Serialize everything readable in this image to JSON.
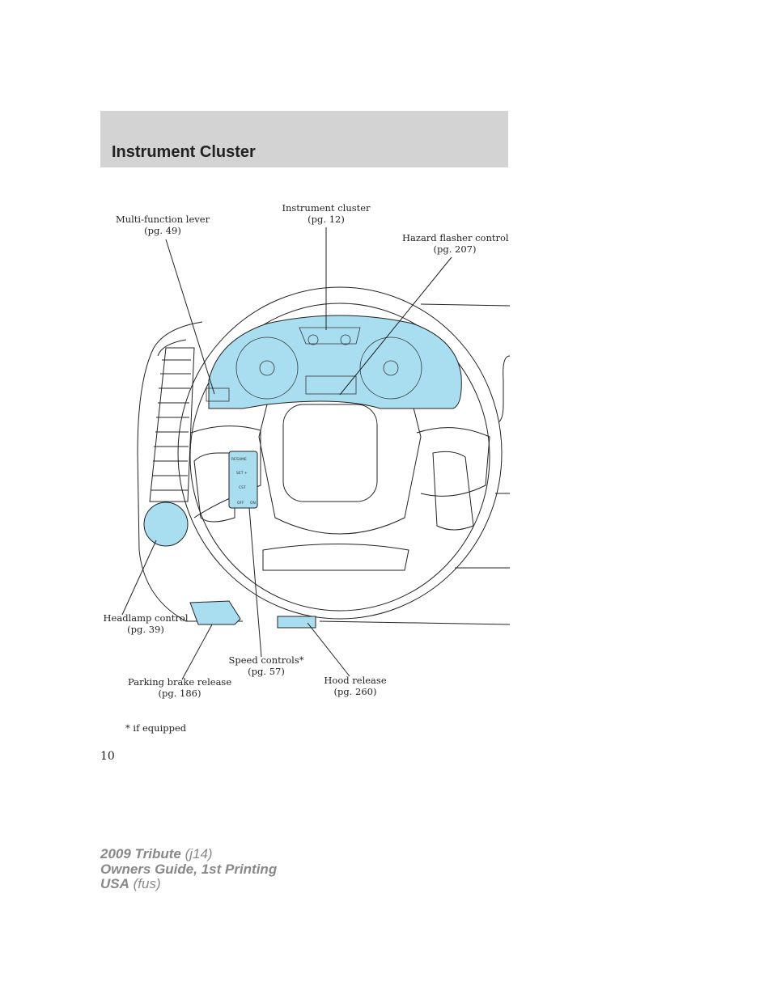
{
  "header": {
    "title": "Instrument Cluster"
  },
  "callouts": {
    "multi_function_lever": {
      "label": "Multi-function lever",
      "page": "(pg. 49)"
    },
    "instrument_cluster": {
      "label": "Instrument cluster",
      "page": "(pg. 12)"
    },
    "hazard_flasher": {
      "label": "Hazard flasher control",
      "page": "(pg. 207)"
    },
    "headlamp_control": {
      "label": "Headlamp control",
      "page": "(pg. 39)"
    },
    "speed_controls": {
      "label": "Speed controls*",
      "page": "(pg. 57)"
    },
    "parking_brake": {
      "label": "Parking brake release",
      "page": "(pg. 186)"
    },
    "hood_release": {
      "label": "Hood release",
      "page": "(pg. 260)"
    }
  },
  "speed_control_buttons": [
    "RESUME",
    "SET +",
    "CST",
    "OFF",
    "ON"
  ],
  "footnote": "* if equipped",
  "page_number": "10",
  "footer": {
    "line1_bold": "2009 Tribute",
    "line1_light": "(j14)",
    "line2_bold": "Owners Guide, 1st Printing",
    "line3_bold": "USA",
    "line3_light": "(fus)"
  },
  "colors": {
    "highlight": "#a8def0",
    "header_band": "#d3d3d3",
    "line": "#222222"
  }
}
